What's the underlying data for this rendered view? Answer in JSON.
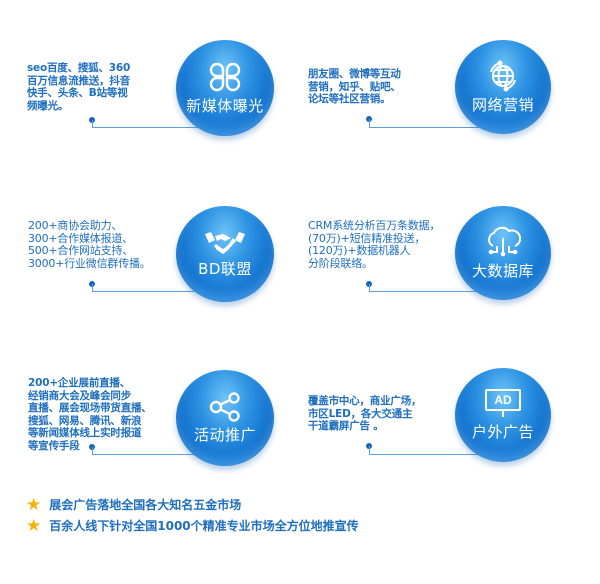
{
  "services": [
    {
      "title": "新媒体曝光",
      "icon": "clover-icon",
      "description": [
        "seo百度、搜狐、360",
        "百万信息流推送，抖音",
        "快手、头条、B站等视",
        "频曝光。"
      ]
    },
    {
      "title": "网络营销",
      "icon": "globe-icon",
      "description": [
        "朋友圈、微博等互动",
        "营销，知乎、贴吧、",
        "论坛等社区营销。"
      ]
    },
    {
      "title": "BD联盟",
      "icon": "handshake-icon",
      "description": [
        "200+商协会助力、",
        "300+合作媒体报道、",
        "500+合作网站支持、",
        "3000+行业微信群传播。"
      ]
    },
    {
      "title": "大数据库",
      "icon": "cloud-data-icon",
      "description": [
        "CRM系统分析百万条数据，",
        "(70万)+短信精准投送，",
        "(120万)+数据机器人",
        "分阶段联络。"
      ]
    },
    {
      "title": "活动推广",
      "icon": "share-icon",
      "description": [
        "200+企业展前直播、",
        "经销商大会及峰会同步",
        "直播、展会现场带货直播、",
        "搜狐、网易、腾讯、新浪",
        "等新闻媒体线上实时报道",
        "等宣传手段"
      ]
    },
    {
      "title": "户外广告",
      "icon": "ad-screen-icon",
      "ad_text": "AD",
      "description": [
        "覆盖市中心，商业广场，",
        "市区LED，各大交通主",
        "干道霸屏广告 。"
      ]
    }
  ],
  "highlights": [
    "展会广告落地全国各大知名五金市场",
    "百余人线下针对全国1000个精准专业市场全方位地推宣传"
  ],
  "colors": {
    "text_blue": "#1f6fbf",
    "bubble_blue": "#1473cf",
    "star_gold": "#f5b400"
  }
}
